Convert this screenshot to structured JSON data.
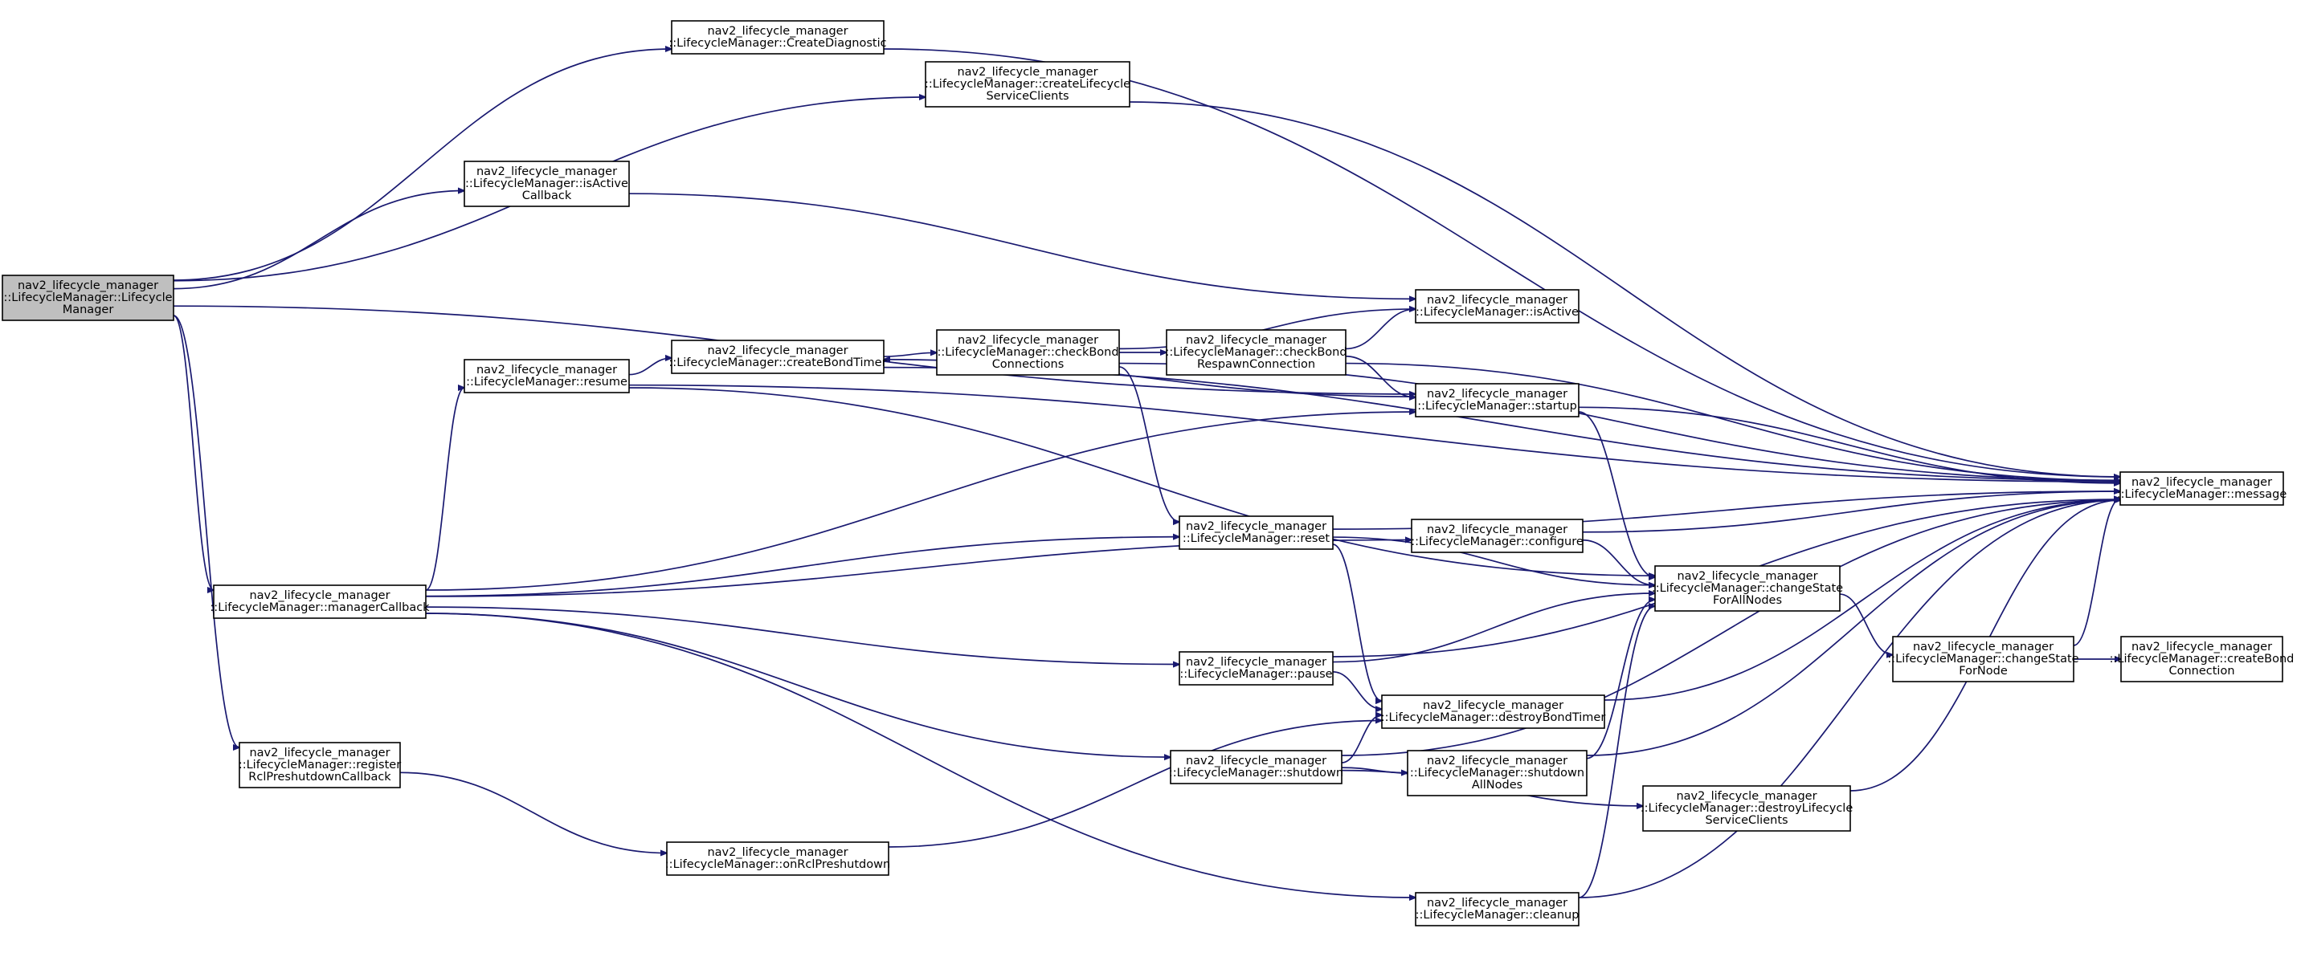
{
  "diagram": {
    "type": "call-graph",
    "edge_color": "#191970",
    "root_fill": "#bfbfbf",
    "nodes": [
      {
        "id": "ctor",
        "lines": [
          "nav2_lifecycle_manager",
          "::LifecycleManager::Lifecycle",
          "Manager"
        ],
        "root": true
      },
      {
        "id": "createDiagnostic",
        "lines": [
          "nav2_lifecycle_manager",
          "::LifecycleManager::CreateDiagnostic"
        ]
      },
      {
        "id": "createLifecycleServiceClients",
        "lines": [
          "nav2_lifecycle_manager",
          "::LifecycleManager::createLifecycle",
          "ServiceClients"
        ]
      },
      {
        "id": "isActiveCallback",
        "lines": [
          "nav2_lifecycle_manager",
          "::LifecycleManager::isActive",
          "Callback"
        ]
      },
      {
        "id": "isActive",
        "lines": [
          "nav2_lifecycle_manager",
          "::LifecycleManager::isActive"
        ]
      },
      {
        "id": "resume",
        "lines": [
          "nav2_lifecycle_manager",
          "::LifecycleManager::resume"
        ]
      },
      {
        "id": "createBondTimer",
        "lines": [
          "nav2_lifecycle_manager",
          "::LifecycleManager::createBondTimer"
        ]
      },
      {
        "id": "checkBondConnections",
        "lines": [
          "nav2_lifecycle_manager",
          "::LifecycleManager::checkBond",
          "Connections"
        ]
      },
      {
        "id": "checkBondRespawnConnection",
        "lines": [
          "nav2_lifecycle_manager",
          "::LifecycleManager::checkBond",
          "RespawnConnection"
        ]
      },
      {
        "id": "startup",
        "lines": [
          "nav2_lifecycle_manager",
          "::LifecycleManager::startup"
        ]
      },
      {
        "id": "message",
        "lines": [
          "nav2_lifecycle_manager",
          "::LifecycleManager::message"
        ]
      },
      {
        "id": "reset",
        "lines": [
          "nav2_lifecycle_manager",
          "::LifecycleManager::reset"
        ]
      },
      {
        "id": "configure",
        "lines": [
          "nav2_lifecycle_manager",
          "::LifecycleManager::configure"
        ]
      },
      {
        "id": "managerCallback",
        "lines": [
          "nav2_lifecycle_manager",
          "::LifecycleManager::managerCallback"
        ]
      },
      {
        "id": "changeStateForAllNodes",
        "lines": [
          "nav2_lifecycle_manager",
          "::LifecycleManager::changeState",
          "ForAllNodes"
        ]
      },
      {
        "id": "changeStateForNode",
        "lines": [
          "nav2_lifecycle_manager",
          "::LifecycleManager::changeState",
          "ForNode"
        ]
      },
      {
        "id": "createBondConnection",
        "lines": [
          "nav2_lifecycle_manager",
          "::LifecycleManager::createBond",
          "Connection"
        ]
      },
      {
        "id": "pause",
        "lines": [
          "nav2_lifecycle_manager",
          "::LifecycleManager::pause"
        ]
      },
      {
        "id": "destroyBondTimer",
        "lines": [
          "nav2_lifecycle_manager",
          "::LifecycleManager::destroyBondTimer"
        ]
      },
      {
        "id": "registerRclPreshutdownCallback",
        "lines": [
          "nav2_lifecycle_manager",
          "::LifecycleManager::register",
          "RclPreshutdownCallback"
        ]
      },
      {
        "id": "shutdown",
        "lines": [
          "nav2_lifecycle_manager",
          "::LifecycleManager::shutdown"
        ]
      },
      {
        "id": "shutdownAllNodes",
        "lines": [
          "nav2_lifecycle_manager",
          "::LifecycleManager::shutdown",
          "AllNodes"
        ]
      },
      {
        "id": "destroyLifecycleServiceClients",
        "lines": [
          "nav2_lifecycle_manager",
          "::LifecycleManager::destroyLifecycle",
          "ServiceClients"
        ]
      },
      {
        "id": "onRclPreshutdown",
        "lines": [
          "nav2_lifecycle_manager",
          "::LifecycleManager::onRclPreshutdown"
        ]
      },
      {
        "id": "cleanup",
        "lines": [
          "nav2_lifecycle_manager",
          "::LifecycleManager::cleanup"
        ]
      }
    ],
    "edges": [
      {
        "from": "ctor",
        "to": "createDiagnostic"
      },
      {
        "from": "ctor",
        "to": "createLifecycleServiceClients"
      },
      {
        "from": "ctor",
        "to": "isActiveCallback"
      },
      {
        "from": "ctor",
        "to": "startup"
      },
      {
        "from": "ctor",
        "to": "managerCallback"
      },
      {
        "from": "ctor",
        "to": "registerRclPreshutdownCallback"
      },
      {
        "from": "createDiagnostic",
        "to": "message"
      },
      {
        "from": "createLifecycleServiceClients",
        "to": "message"
      },
      {
        "from": "isActiveCallback",
        "to": "isActive"
      },
      {
        "from": "resume",
        "to": "message"
      },
      {
        "from": "resume",
        "to": "createBondTimer"
      },
      {
        "from": "resume",
        "to": "changeStateForAllNodes"
      },
      {
        "from": "createBondTimer",
        "to": "checkBondConnections"
      },
      {
        "from": "createBondTimer",
        "to": "message"
      },
      {
        "from": "checkBondConnections",
        "to": "isActive"
      },
      {
        "from": "checkBondConnections",
        "to": "checkBondRespawnConnection"
      },
      {
        "from": "checkBondConnections",
        "to": "message"
      },
      {
        "from": "checkBondConnections",
        "to": "reset"
      },
      {
        "from": "checkBondRespawnConnection",
        "to": "isActive"
      },
      {
        "from": "checkBondRespawnConnection",
        "to": "startup"
      },
      {
        "from": "checkBondRespawnConnection",
        "to": "message"
      },
      {
        "from": "startup",
        "to": "createBondTimer"
      },
      {
        "from": "startup",
        "to": "message"
      },
      {
        "from": "startup",
        "to": "changeStateForAllNodes"
      },
      {
        "from": "reset",
        "to": "message"
      },
      {
        "from": "reset",
        "to": "changeStateForAllNodes"
      },
      {
        "from": "reset",
        "to": "destroyBondTimer"
      },
      {
        "from": "configure",
        "to": "message"
      },
      {
        "from": "configure",
        "to": "changeStateForAllNodes"
      },
      {
        "from": "managerCallback",
        "to": "resume"
      },
      {
        "from": "managerCallback",
        "to": "startup"
      },
      {
        "from": "managerCallback",
        "to": "reset"
      },
      {
        "from": "managerCallback",
        "to": "configure"
      },
      {
        "from": "managerCallback",
        "to": "pause"
      },
      {
        "from": "managerCallback",
        "to": "shutdown"
      },
      {
        "from": "managerCallback",
        "to": "cleanup"
      },
      {
        "from": "changeStateForAllNodes",
        "to": "changeStateForNode"
      },
      {
        "from": "changeStateForNode",
        "to": "message"
      },
      {
        "from": "changeStateForNode",
        "to": "createBondConnection"
      },
      {
        "from": "pause",
        "to": "message"
      },
      {
        "from": "pause",
        "to": "changeStateForAllNodes"
      },
      {
        "from": "pause",
        "to": "destroyBondTimer"
      },
      {
        "from": "destroyBondTimer",
        "to": "message"
      },
      {
        "from": "registerRclPreshutdownCallback",
        "to": "onRclPreshutdown"
      },
      {
        "from": "onRclPreshutdown",
        "to": "destroyBondTimer"
      },
      {
        "from": "shutdown",
        "to": "destroyBondTimer"
      },
      {
        "from": "shutdown",
        "to": "shutdownAllNodes"
      },
      {
        "from": "shutdown",
        "to": "destroyLifecycleServiceClients"
      },
      {
        "from": "shutdown",
        "to": "message"
      },
      {
        "from": "shutdownAllNodes",
        "to": "changeStateForAllNodes"
      },
      {
        "from": "shutdownAllNodes",
        "to": "message"
      },
      {
        "from": "destroyLifecycleServiceClients",
        "to": "message"
      },
      {
        "from": "cleanup",
        "to": "changeStateForAllNodes"
      },
      {
        "from": "cleanup",
        "to": "message"
      }
    ]
  }
}
